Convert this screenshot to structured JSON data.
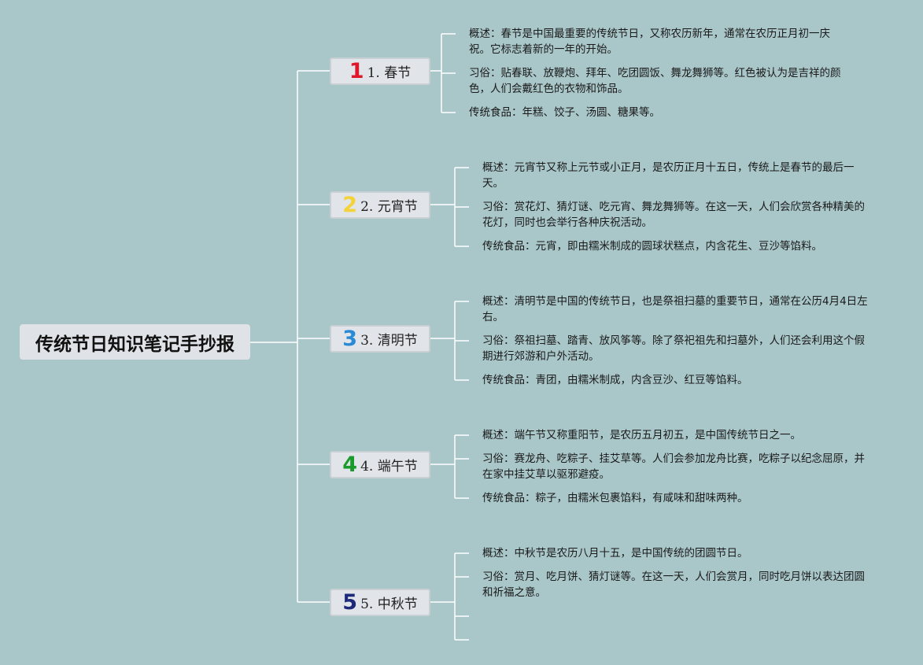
{
  "root": {
    "title": "传统节日知识笔记手抄报"
  },
  "colors": {
    "background": "#a9c6c9",
    "connector": "#ffffff",
    "num1": "#e0162b",
    "num2": "#f4d33a",
    "num3": "#2a8ad6",
    "num4": "#1a9a2a",
    "num5": "#1d2a7a"
  },
  "festivals": [
    {
      "num": "1",
      "label": "1. 春节",
      "details": [
        "概述：春节是中国最重要的传统节日，又称农历新年，通常在农历正月初一庆祝。它标志着新的一年的开始。",
        "习俗：贴春联、放鞭炮、拜年、吃团圆饭、舞龙舞狮等。红色被认为是吉祥的颜色，人们会戴红色的衣物和饰品。",
        "传统食品：年糕、饺子、汤圆、糖果等。"
      ]
    },
    {
      "num": "2",
      "label": "2. 元宵节",
      "details": [
        "概述：元宵节又称上元节或小正月，是农历正月十五日，传统上是春节的最后一天。",
        "习俗：赏花灯、猜灯谜、吃元宵、舞龙舞狮等。在这一天，人们会欣赏各种精美的花灯，同时也会举行各种庆祝活动。",
        "传统食品：元宵，即由糯米制成的圆球状糕点，内含花生、豆沙等馅料。"
      ]
    },
    {
      "num": "3",
      "label": "3. 清明节",
      "details": [
        "概述：清明节是中国的传统节日，也是祭祖扫墓的重要节日，通常在公历4月4日左右。",
        "习俗：祭祖扫墓、踏青、放风筝等。除了祭祀祖先和扫墓外，人们还会利用这个假期进行郊游和户外活动。",
        "传统食品：青团，由糯米制成，内含豆沙、红豆等馅料。"
      ]
    },
    {
      "num": "4",
      "label": "4. 端午节",
      "details": [
        "概述：端午节又称重阳节，是农历五月初五，是中国传统节日之一。",
        "习俗：赛龙舟、吃粽子、挂艾草等。人们会参加龙舟比赛，吃粽子以纪念屈原，并在家中挂艾草以驱邪避疫。",
        "传统食品：粽子，由糯米包裹馅料，有咸味和甜味两种。"
      ]
    },
    {
      "num": "5",
      "label": "5. 中秋节",
      "details": [
        "概述：中秋节是农历八月十五，是中国传统的团圆节日。",
        "习俗：赏月、吃月饼、猜灯谜等。在这一天，人们会赏月，同时吃月饼以表达团圆和祈福之意。",
        "",
        ""
      ]
    }
  ]
}
